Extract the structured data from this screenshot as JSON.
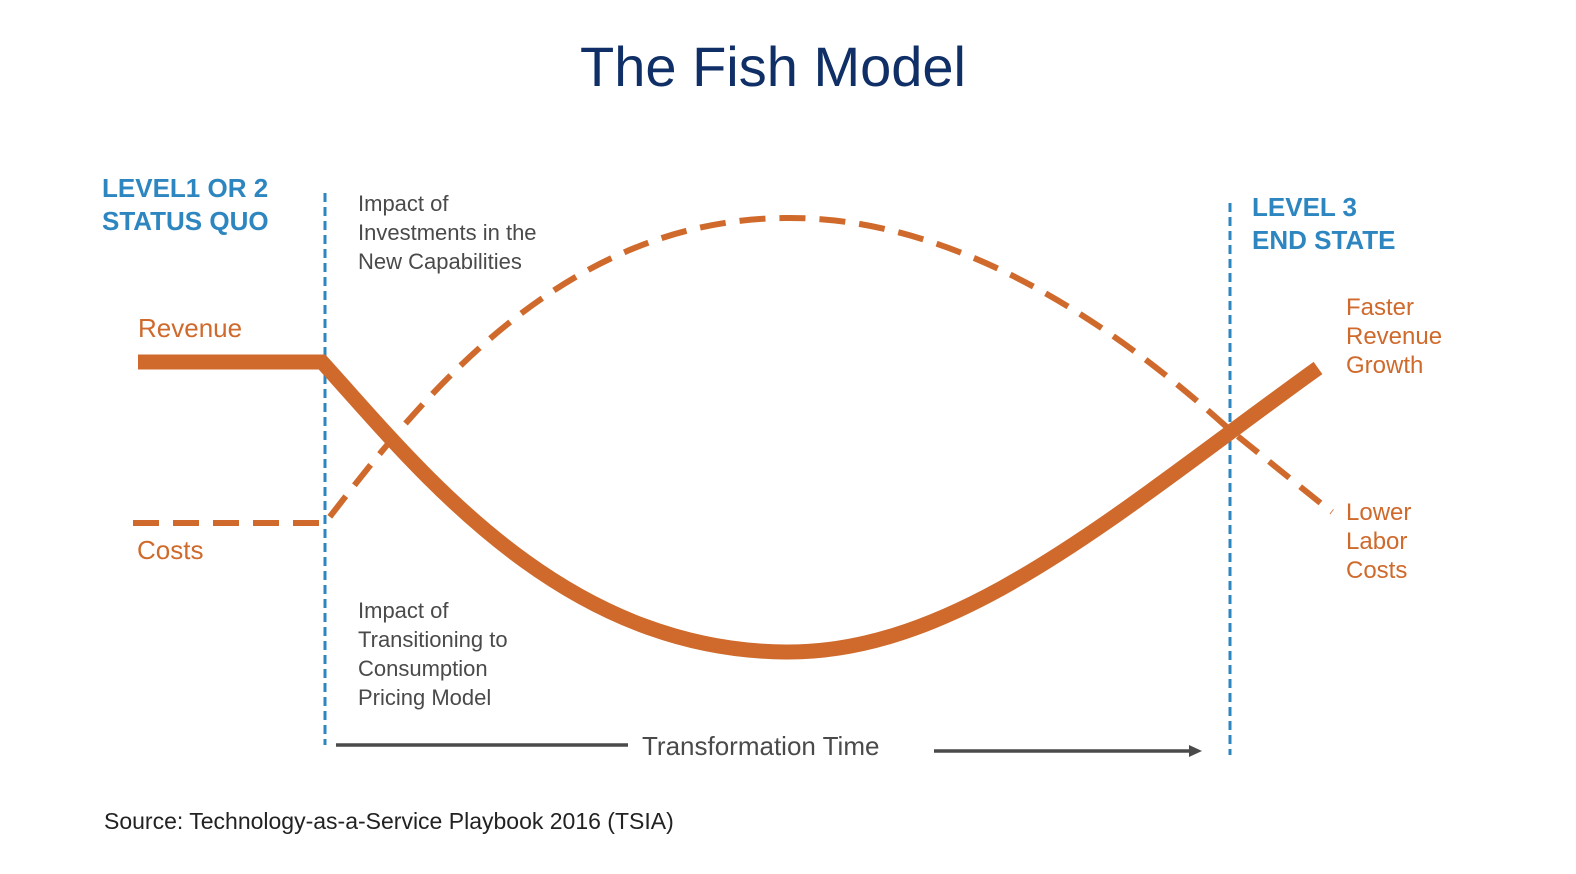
{
  "title": "The Fish Model",
  "phases": {
    "left": {
      "line1": "LEVEL1 OR 2",
      "line2": "STATUS QUO"
    },
    "right": {
      "line1": "LEVEL 3",
      "line2": "END STATE"
    }
  },
  "series_labels": {
    "revenue": "Revenue",
    "costs": "Costs"
  },
  "annotations": {
    "investments": [
      "Impact of",
      "Investments in the",
      "New Capabilities"
    ],
    "transition": [
      "Impact of",
      "Transitioning to",
      "Consumption",
      "Pricing Model"
    ],
    "revenue_end": [
      "Faster",
      "Revenue",
      "Growth"
    ],
    "costs_end": [
      "Lower",
      "Labor",
      "Costs"
    ]
  },
  "axis": {
    "label": "Transformation Time"
  },
  "source": "Source: Technology-as-a-Service Playbook 2016 (TSIA)",
  "colors": {
    "title": "#0f2f66",
    "phase": "#2d86c0",
    "series": "#cf6a2c",
    "text": "#4a4a4a"
  },
  "chart_data": {
    "type": "line",
    "title": "The Fish Model",
    "xlabel": "Transformation Time",
    "ylabel": "",
    "series": [
      {
        "name": "Revenue",
        "style": "solid",
        "shape": "flat, then dips to trough mid-transformation, then rises above start level"
      },
      {
        "name": "Costs",
        "style": "dashed",
        "shape": "flat, then rises to peak mid-transformation, then falls below start level"
      }
    ],
    "phases": [
      "LEVEL1 OR 2 STATUS QUO",
      "LEVEL 3 END STATE"
    ]
  }
}
